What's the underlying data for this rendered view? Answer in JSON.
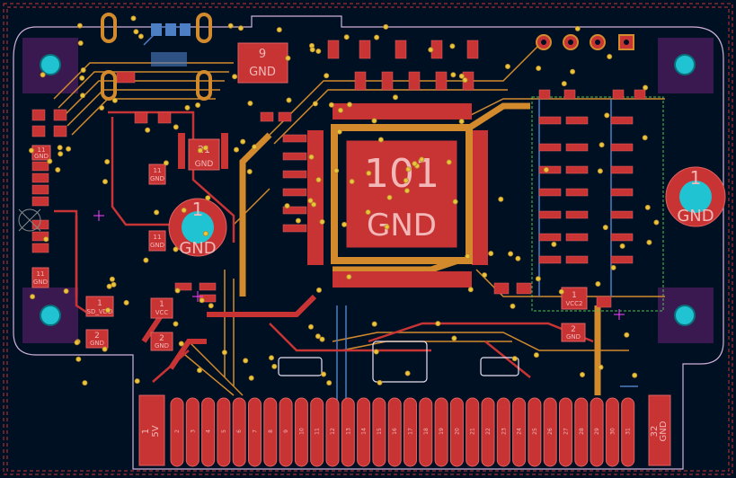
{
  "pcb": {
    "main_ic": {
      "pin": "101",
      "net": "GND"
    },
    "ic_top": {
      "pin": "9",
      "net": "GND"
    },
    "ic_left": {
      "pin": "21",
      "net": "GND"
    },
    "mount_hole_left": {
      "pin": "1",
      "net": "GND"
    },
    "mount_hole_right": {
      "pin": "1",
      "net": "GND"
    },
    "pads": [
      {
        "pin": "1",
        "net": "SD_VDD"
      },
      {
        "pin": "2",
        "net": "GND"
      },
      {
        "pin": "1",
        "net": "VCC"
      },
      {
        "pin": "2",
        "net": "GND"
      },
      {
        "pin": "1",
        "net": "VCC2"
      },
      {
        "pin": "2",
        "net": "GND"
      },
      {
        "pin": "11",
        "net": "GND"
      },
      {
        "pin": "11",
        "net": "GND"
      },
      {
        "pin": "11",
        "net": "GND"
      },
      {
        "pin": "11",
        "net": "GND"
      }
    ],
    "connector": {
      "first": {
        "pin": "1",
        "net": "5V"
      },
      "last": {
        "pin": "32",
        "net": "GND"
      },
      "pins": [
        "2",
        "3",
        "4",
        "5",
        "6",
        "7",
        "8",
        "9",
        "10",
        "11",
        "12",
        "13",
        "14",
        "15",
        "16",
        "17",
        "18",
        "19",
        "20",
        "21",
        "22",
        "23",
        "24",
        "25",
        "26",
        "27",
        "28",
        "29",
        "30",
        "31"
      ]
    }
  },
  "colors": {
    "background": "#001023",
    "copper_front": "#c83434",
    "copper_back": "#4d7fc4",
    "track_inner": "#d38a2c",
    "via": "#e8c53a",
    "hole": "#1fc3d2",
    "outline": "#d0b0d8"
  }
}
